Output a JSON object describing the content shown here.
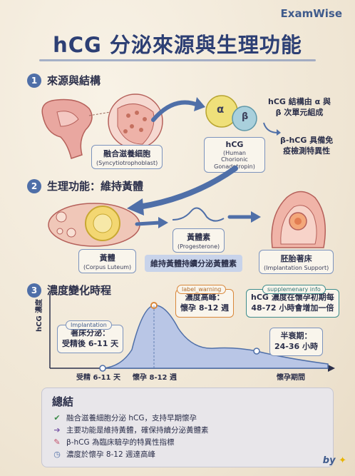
{
  "brand": "ExamWise",
  "title": "hCG 分泌來源與生理功能",
  "section1": {
    "number": "1",
    "heading": "來源與結構",
    "cell_label": "融合滋養細胞",
    "cell_sub": "(Syncytiotrophoblast)",
    "alpha": "α",
    "beta": "β",
    "hcg_label": "hCG",
    "hcg_sub1": "(Human Chorionic",
    "hcg_sub2": "Gonadotropin)",
    "note1_line1": "hCG 結構由 α 與",
    "note1_line2": "β 次單元組成",
    "note2_line1": "β-hCG 具備免",
    "note2_line2": "疫檢測特異性"
  },
  "section2": {
    "number": "2",
    "heading": "生理功能：維持黃體",
    "luteum_label": "黃體",
    "luteum_sub": "(Corpus Luteum)",
    "progesterone_label": "黃體素",
    "progesterone_sub": "(Progesterone)",
    "highlight": "維持黃體持續分泌黃體素",
    "implant_label": "胚胎著床",
    "implant_sub": "(Implantation Support)"
  },
  "section3": {
    "number": "3",
    "heading": "濃度變化時程",
    "ylabel": "hCG 濃度",
    "xlabel": "懷孕期間",
    "tick1": "受精 6-11 天",
    "tick2": "懷孕 8-12 週",
    "implant_tag": "Implantation",
    "implant_line1": "著床分泌：",
    "implant_line2": "受精後 6-11 天",
    "peak_tag": "label_warning",
    "peak_line1": "濃度高峰：",
    "peak_line2": "懷孕 8-12 週",
    "supp_tag": "supplemenary info",
    "supp_line1": "hCG 濃度在懷孕初期每",
    "supp_line2": "48-72 小時會增加一倍",
    "half_line1": "半衰期：",
    "half_line2": "24-36 小時"
  },
  "summary": {
    "title": "總結",
    "items": [
      {
        "icon": "✔",
        "text": "融合滋養細胞分泌 hCG，支持早期懷孕"
      },
      {
        "icon": "➔",
        "text": "主要功能是維持黃體，確保持續分泌黃體素"
      },
      {
        "icon": "✎",
        "text": "β-hCG 為臨床驗孕的特異性指標"
      },
      {
        "icon": "◷",
        "text": "濃度於懷孕 8-12 週達高峰"
      }
    ]
  },
  "byline": "by",
  "colors": {
    "accent": "#4f6fa8",
    "peak_orange": "#d9873a",
    "supp_teal": "#3d8c8c",
    "curve_fill": "#b9c6e6"
  }
}
